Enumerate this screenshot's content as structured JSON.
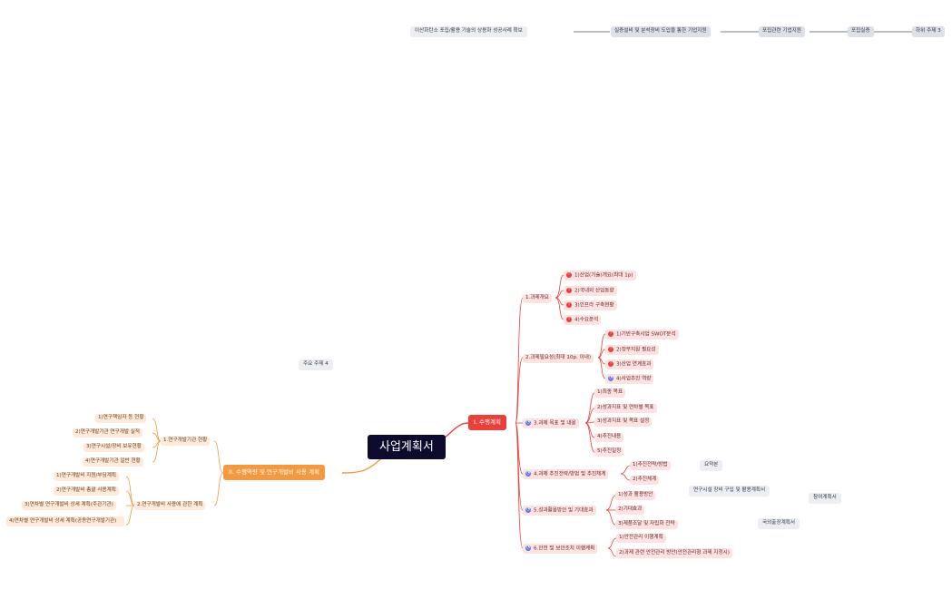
{
  "root": "사업계획서",
  "top_chain": [
    "이산화탄소 포집/활용 기술의 상용화 성공사례 확보",
    "실증설비 및 분석장비 도입을 통한 기업지원",
    "포집관련 기업지원",
    "포집실증",
    "하위 주제 3"
  ],
  "floating": {
    "main4": "주요 주제 4",
    "summary": "요약본",
    "equipment": "연구시설 장비 구입 및 활용계획서",
    "participation": "참여계획서",
    "overseas": "국외출장계획서"
  },
  "branch1": {
    "title": "I. 수행계획",
    "overview": {
      "label": "1.과제개요",
      "items": [
        "1)산업(기술)개요(최대 1p)",
        "2)국내외 산업동향",
        "3)인프라 구축현황",
        "4)수요분석"
      ]
    },
    "necessity": {
      "label": "2.과제필요성(최대 10p. 이내)",
      "items": [
        "1)기반구축사업 SWOT분석",
        "2)정부지원 필요성",
        "3)산업 연계효과",
        "4)사업추진 역량"
      ]
    },
    "goals": {
      "label": "3.과제 목표 및 내용",
      "items": [
        "1)최종 목표",
        "2)성과지표 및 연차별 목표",
        "3)성과지표 및 목표 설정",
        "4)추진내용",
        "5)추진일정"
      ]
    },
    "strategy": {
      "label": "4.과제 추진전략/방법 및 추진체계",
      "items": [
        "1)추진전략/방법",
        "2)추진체계"
      ]
    },
    "outcomes": {
      "label": "5.성과활용방안 및 기대효과",
      "items": [
        "1)성과 활용방안",
        "2)기대효과",
        "3)제품조달 및 자립화 전략"
      ]
    },
    "safety": {
      "label": "6.안전 및 보안조치 이행계획",
      "items": [
        "1)안전관리 이행계획",
        "2)과제 관련 안전관리 방안(안전관리형 과제 지정시)"
      ]
    }
  },
  "branch2": {
    "title": "II. 수행역량 및 연구개발비 사용 계획",
    "status": {
      "label": "1.연구개발기관 현황",
      "items": [
        "1)연구책임자 등 현황",
        "2)연구개발기관 연구개발 실적",
        "3)연구시설/장비 보유현황",
        "4)연구개발기관 일반 현황"
      ]
    },
    "budget": {
      "label": "2.연구개발비 사용에 관한 계획",
      "items": [
        "1)연구개발비 지원/부담계획",
        "2)연구개발비 총괄 사용계획",
        "3)연차별 연구개발비 상세 계획(주관기관)",
        "4)연차별 연구개발비 상세 계획(공동연구개발기관)"
      ]
    }
  }
}
